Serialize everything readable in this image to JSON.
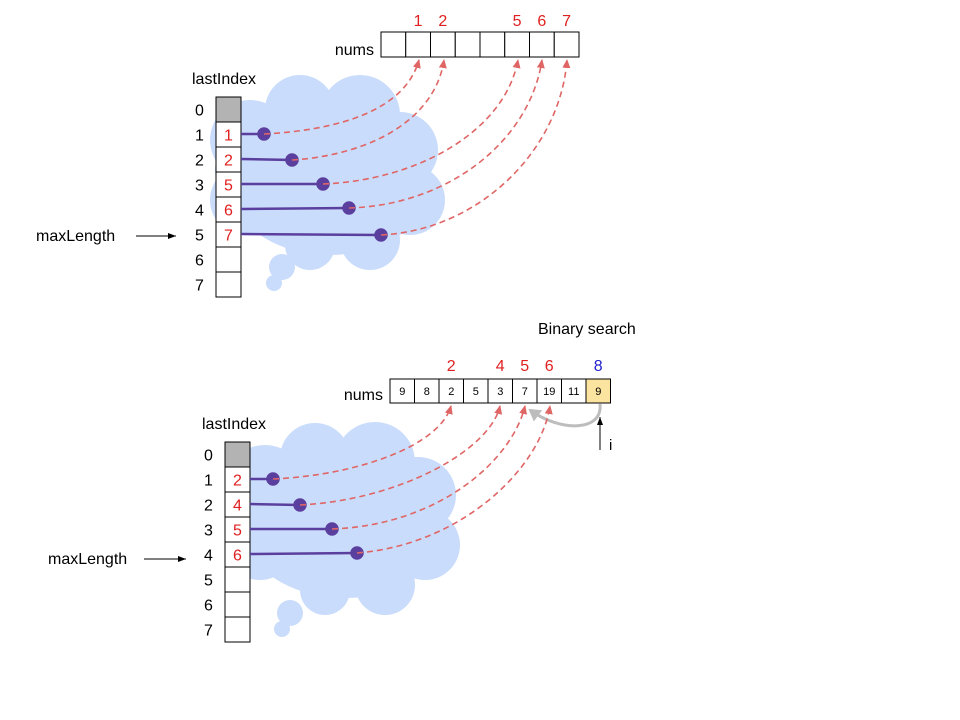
{
  "colors": {
    "cloud": "#c9dcfb",
    "red": "#e02020",
    "blue": "#1f1fcc",
    "pointer": "#5b3f9e",
    "arrow": "#e06666",
    "grey_cell": "#b3b3b3",
    "highlight": "#fbe3a0",
    "gray_arrow": "#bdbdbd"
  },
  "top": {
    "nums_label": "nums",
    "nums_cells": [
      "",
      "",
      "",
      "",
      "",
      "",
      "",
      ""
    ],
    "nums_index_labels": [
      {
        "cell": 1,
        "text": "1"
      },
      {
        "cell": 2,
        "text": "2"
      },
      {
        "cell": 5,
        "text": "5"
      },
      {
        "cell": 6,
        "text": "6"
      },
      {
        "cell": 7,
        "text": "7"
      }
    ],
    "last_index_label": "lastIndex",
    "row_indices": [
      "0",
      "1",
      "2",
      "3",
      "4",
      "5",
      "6",
      "7"
    ],
    "cell_values": [
      "",
      "1",
      "2",
      "5",
      "6",
      "7",
      "",
      ""
    ],
    "max_length_label": "maxLength",
    "max_length_row": 5
  },
  "bottom": {
    "title": "Binary search",
    "nums_label": "nums",
    "nums_cells": [
      "9",
      "8",
      "2",
      "5",
      "3",
      "7",
      "19",
      "11",
      "9"
    ],
    "nums_index_labels": [
      {
        "cell": 2,
        "text": "2",
        "color": "red"
      },
      {
        "cell": 4,
        "text": "4",
        "color": "red"
      },
      {
        "cell": 5,
        "text": "5",
        "color": "red"
      },
      {
        "cell": 6,
        "text": "6",
        "color": "red"
      },
      {
        "cell": 8,
        "text": "8",
        "color": "blue"
      }
    ],
    "highlight_cell": 8,
    "i_label": "i",
    "last_index_label": "lastIndex",
    "row_indices": [
      "0",
      "1",
      "2",
      "3",
      "4",
      "5",
      "6",
      "7"
    ],
    "cell_values": [
      "",
      "2",
      "4",
      "5",
      "6",
      "",
      "",
      ""
    ],
    "max_length_label": "maxLength",
    "max_length_row": 4
  }
}
